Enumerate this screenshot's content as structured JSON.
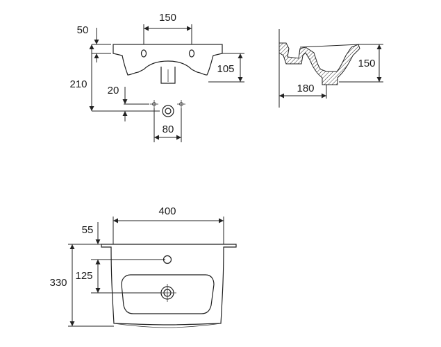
{
  "drawing": {
    "front_view": {
      "dim_150": "150",
      "dim_50": "50",
      "dim_105": "105",
      "dim_210": "210",
      "dim_20": "20",
      "dim_80": "80"
    },
    "side_view": {
      "dim_150": "150",
      "dim_180": "180"
    },
    "top_view": {
      "dim_400": "400",
      "dim_55": "55",
      "dim_125": "125",
      "dim_330": "330"
    }
  }
}
